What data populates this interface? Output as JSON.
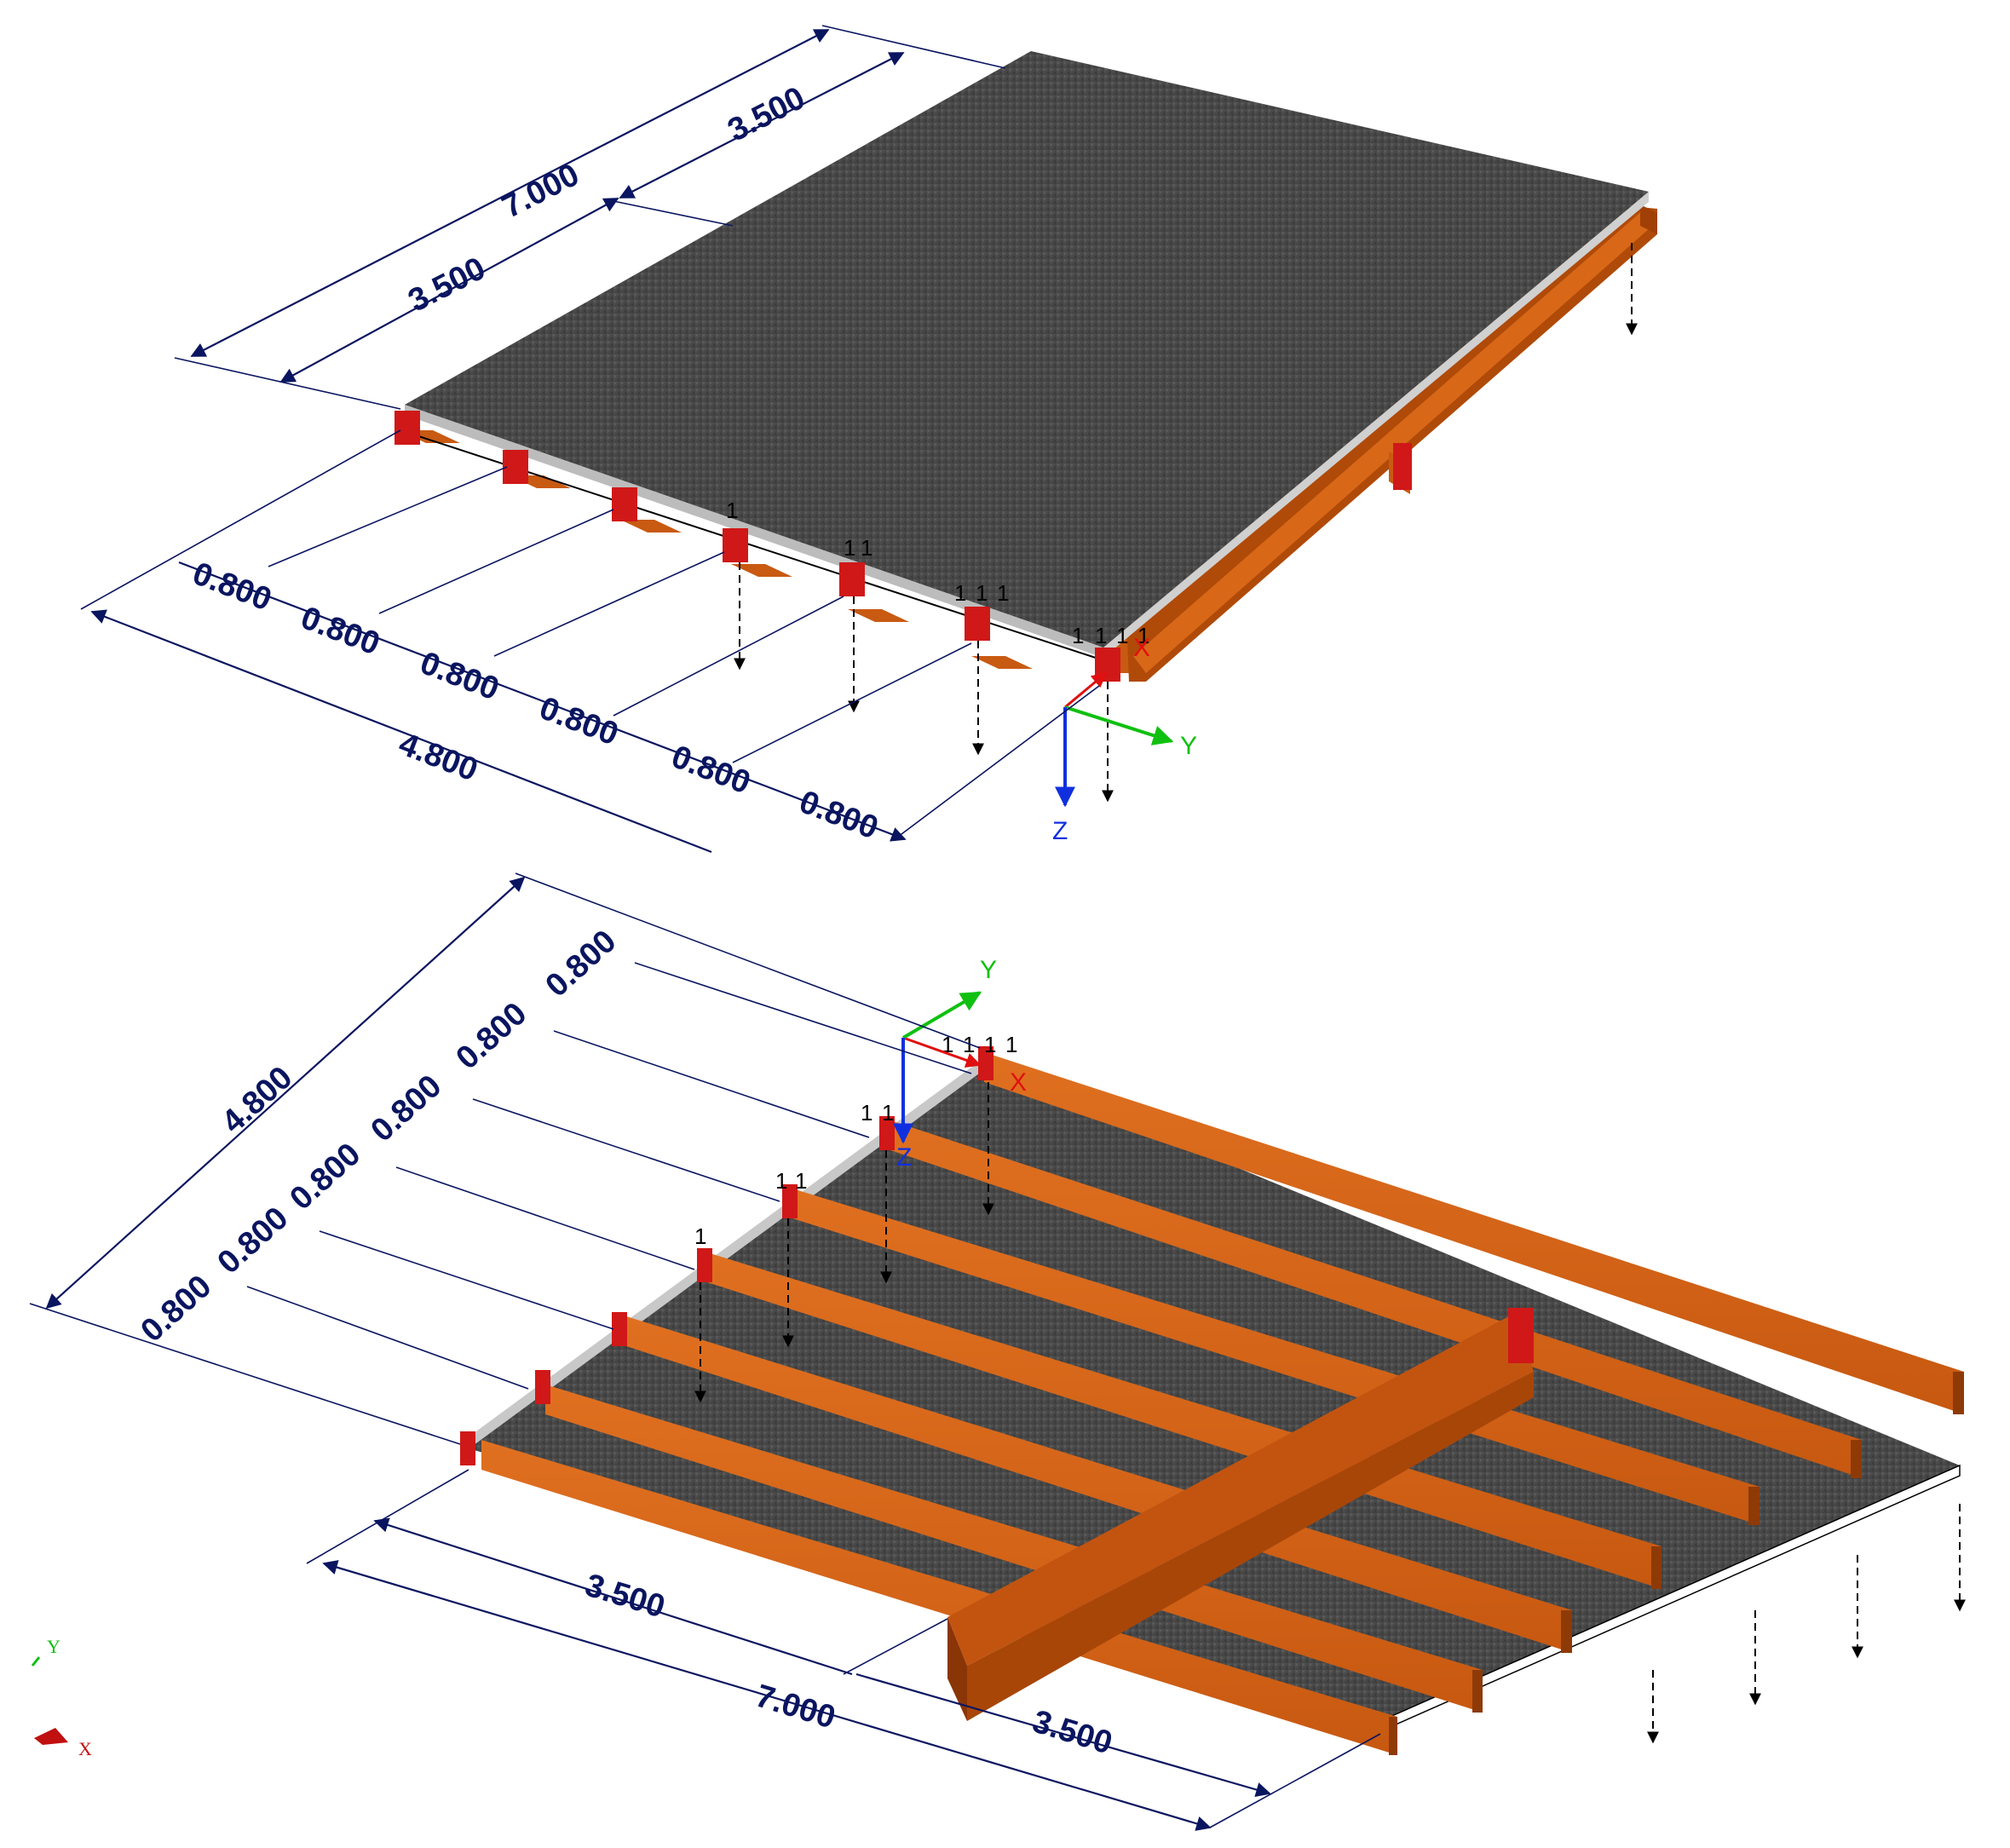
{
  "colors": {
    "dimension": "#0a1560",
    "timber": "#cc5a10",
    "timber_dark": "#8e3a06",
    "slab": "#4a4a4a",
    "support": "#d01818",
    "axis_x": "#e01010",
    "axis_y": "#10c010",
    "axis_z": "#1030e0"
  },
  "axes": {
    "x": "X",
    "y": "Y",
    "z": "Z"
  },
  "node_label": "1",
  "top_view": {
    "dims": {
      "total_x": "7.000",
      "part_x_1": "3.500",
      "part_x_2": "3.500",
      "total_y": "4.800",
      "spacings": [
        "0.800",
        "0.800",
        "0.800",
        "0.800",
        "0.800",
        "0.800"
      ]
    }
  },
  "bottom_view": {
    "dims": {
      "total_x": "7.000",
      "part_x_1": "3.500",
      "part_x_2": "3.500",
      "total_y": "4.800",
      "spacings": [
        "0.800",
        "0.800",
        "0.800",
        "0.800",
        "0.800",
        "0.800"
      ]
    }
  },
  "mini_axes": {
    "y": "Y",
    "x": "X"
  }
}
